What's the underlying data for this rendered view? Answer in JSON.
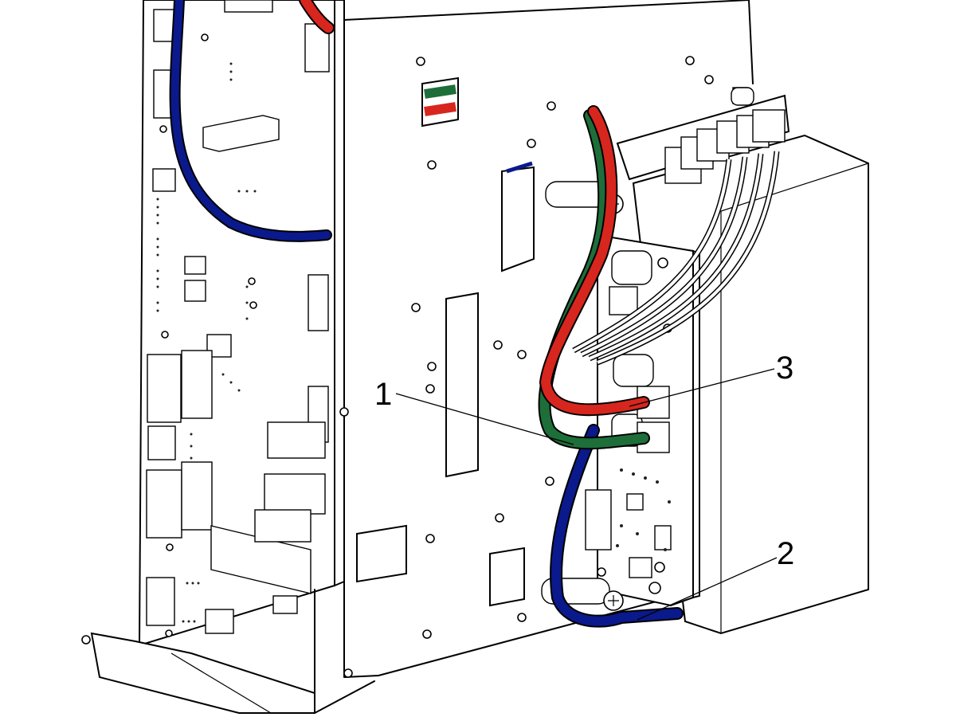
{
  "callouts": [
    {
      "id": "1",
      "label": "1",
      "target": "green-cable-connector"
    },
    {
      "id": "2",
      "label": "2",
      "target": "blue-cable-clamp"
    },
    {
      "id": "3",
      "label": "3",
      "target": "red-cable-connector"
    }
  ],
  "cable_colors": {
    "red": "#d7261e",
    "green": "#1e6e3a",
    "blue": "#0a1a8c",
    "white": "#ffffff"
  }
}
